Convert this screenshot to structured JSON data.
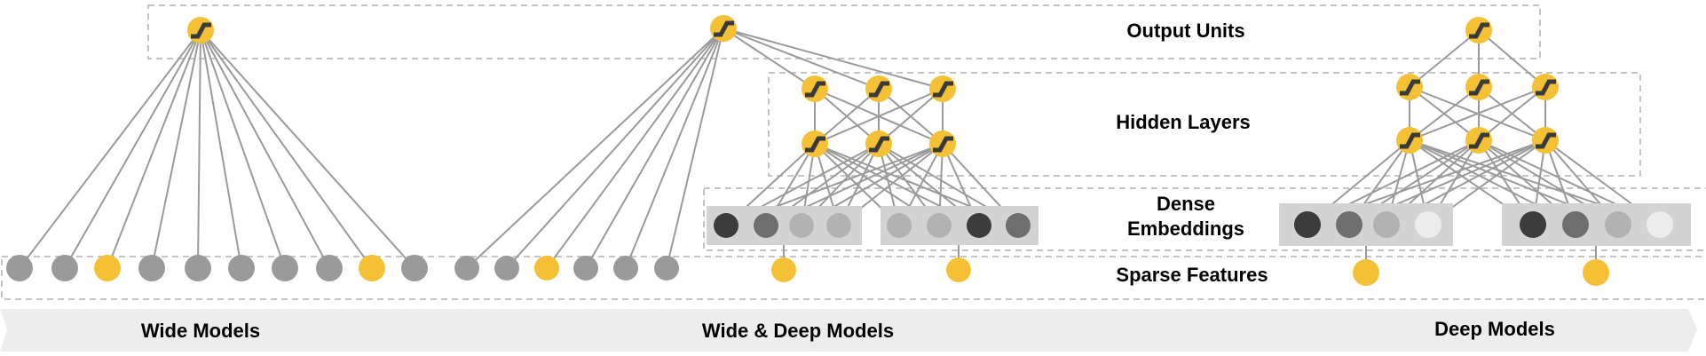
{
  "labels": {
    "output_units": "Output Units",
    "hidden_layers": "Hidden Layers",
    "dense_embeddings_line1": "Dense",
    "dense_embeddings_line2": "Embeddings",
    "sparse_features": "Sparse Features"
  },
  "models": {
    "wide": "Wide Models",
    "wide_deep": "Wide & Deep Models",
    "deep": "Deep Models"
  },
  "colors": {
    "yellow": "#f4c136",
    "gray": "#9a9a9a",
    "dark": "#3c3c3c",
    "mid": "#6e6e6e",
    "light": "#b2b2b2",
    "white": "#ececec",
    "edge": "#9a9a9a",
    "ribbon": "#ededed",
    "embed_bg": "#d3d3d3"
  },
  "wide_model": {
    "sparse": [
      "gray",
      "gray",
      "yellow",
      "gray",
      "gray",
      "gray",
      "gray",
      "gray",
      "yellow",
      "gray"
    ]
  },
  "wide_deep_model": {
    "sparse_wide": [
      "gray",
      "gray",
      "yellow",
      "gray",
      "gray",
      "gray"
    ],
    "embedding_groups": [
      [
        "dark",
        "mid",
        "light",
        "light"
      ],
      [
        "light",
        "light",
        "dark",
        "mid"
      ]
    ],
    "embedding_sources": [
      "yellow",
      "yellow"
    ],
    "hidden_layers": 2,
    "hidden_units": 3
  },
  "deep_model": {
    "embedding_groups": [
      [
        "dark",
        "mid",
        "light",
        "white"
      ],
      [
        "dark",
        "mid",
        "light",
        "white"
      ]
    ],
    "embedding_sources": [
      "yellow",
      "yellow"
    ],
    "hidden_layers": 2,
    "hidden_units": 3
  }
}
